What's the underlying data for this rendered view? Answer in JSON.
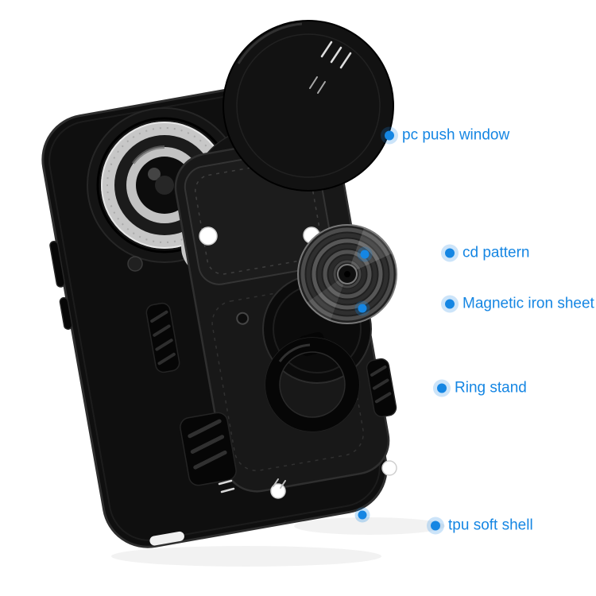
{
  "colors": {
    "accent": "#1586e3",
    "accent_halo": "rgba(21,134,227,0.25)",
    "background": "#ffffff",
    "case": "#0f0f0f"
  },
  "callouts": [
    {
      "text": "pc push window"
    },
    {
      "text": "cd pattern"
    },
    {
      "text": "Magnetic iron sheet"
    },
    {
      "text": "Ring stand"
    },
    {
      "text": "tpu soft shell"
    }
  ],
  "illustration": {
    "name": "armor-phone-case-with-slide-camera-cover-and-ring-stand"
  }
}
